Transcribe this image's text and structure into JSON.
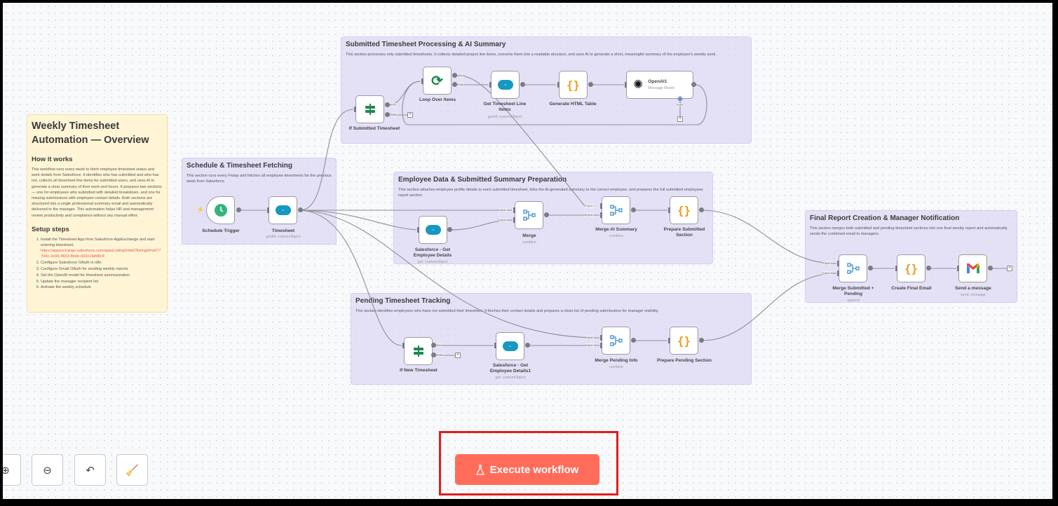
{
  "sticky": {
    "title": "Weekly Timesheet Automation — Overview",
    "how_heading": "How it works",
    "how_text": "This workflow runs every week to fetch employee timesheet status and work details from Salesforce. It identifies who has submitted and who has not, collects all timesheet line items for submitted users, and uses AI to generate a clear summary of their work and hours. It prepares two sections — one for employees who submitted with detailed breakdown, and one for missing submissions with employee contact details. Both sections are structured into a single professional summary email and automatically delivered to the manager. This automation helps HR and management review productivity and compliance without any manual effort.",
    "setup_heading": "Setup steps",
    "steps": [
      "Install the Timesheet App from Salesforce AppExchange and start entering timesheet.",
      "Configure Salesforce OAuth in n8n",
      "Configure Gmail OAuth for sending weekly reports",
      "Set the OpenAI model for timesheet summarization",
      "Update the manager recipient list",
      "Activate the weekly schedule"
    ],
    "link": "https://appexchange.salesforce.com/appxListingDetail?listingId=a077704c-2e99-4653-8bde-d32e1fafd8c8"
  },
  "sections": {
    "submitted": {
      "title": "Submitted Timesheet Processing & AI Summary",
      "desc": "This section processes only submitted timesheets. It collects detailed project line items, converts them into a readable structure, and uses AI to generate a short, meaningful summary of the employee's weekly work."
    },
    "schedule": {
      "title": "Schedule & Timesheet Fetching",
      "desc": "This section runs every Friday and fetches all employee timesheets for the previous week from Salesforce."
    },
    "employee": {
      "title": "Employee Data & Submitted Summary Preparation",
      "desc": "This section attaches employee profile details to each submitted timesheet, links the AI-generated summary to the correct employee, and prepares the full submitted employees report section."
    },
    "pending": {
      "title": "Pending Timesheet Tracking",
      "desc": "This section identifies employees who have not submitted their timesheet. It fetches their contact details and prepares a clean list of pending submissions for manager visibility."
    },
    "final": {
      "title": "Final Report Creation & Manager Notification",
      "desc": "This section merges both submitted and pending timesheet sections into one final weekly report and automatically sends the combined email to managers."
    }
  },
  "nodes": {
    "schedule_trigger": {
      "label": "Schedule Trigger"
    },
    "timesheet": {
      "label": "Timesheet",
      "sub": "getAll: customObject"
    },
    "if_submitted": {
      "label": "If Submitted Timesheet"
    },
    "loop": {
      "label": "Loop Over Items"
    },
    "get_lines": {
      "label": "Get Timesheet Line Items",
      "sub": "getAll: customObject"
    },
    "gen_html": {
      "label": "Generate HTML Table"
    },
    "openai": {
      "label": "OpenAI1",
      "sub": "Message Model",
      "tools": "Tools"
    },
    "sf_employee": {
      "label": "Salesforce - Get Employee Details",
      "sub": "get: customObject"
    },
    "merge": {
      "label": "Merge",
      "sub": "combine"
    },
    "merge_ai": {
      "label": "Merge AI Summary",
      "sub": "combine"
    },
    "prep_submitted": {
      "label": "Prepare Submitted Section"
    },
    "if_new": {
      "label": "If New Timesheet"
    },
    "sf_employee1": {
      "label": "Salesforce - Get Employee Details1",
      "sub": "get: customObject"
    },
    "merge_pending": {
      "label": "Merge Pending Info",
      "sub": "combine"
    },
    "prep_pending": {
      "label": "Prepare Pending Section"
    },
    "merge_final": {
      "label": "Merge Submitted + Pending",
      "sub": "append"
    },
    "create_email": {
      "label": "Create Final Email"
    },
    "send_message": {
      "label": "Send a message",
      "sub": "send: message"
    }
  },
  "ports": {
    "true": "true",
    "false": "false",
    "done": "done",
    "loop": "loop",
    "input1": "Input 1",
    "input2": "Input 2"
  },
  "icons": {
    "salesforce": "salesforce-cloud",
    "code": "curly-braces",
    "merge": "merge-branches",
    "if": "signpost",
    "loop": "refresh-arrows",
    "trigger": "clock",
    "openai": "openai-logo",
    "gmail": "gmail-logo"
  },
  "toolbar": {
    "execute_label": "Execute workflow",
    "controls": [
      "zoom-in",
      "zoom-out",
      "undo",
      "tidy-up"
    ]
  },
  "colors": {
    "accent": "#ff6d5a",
    "section_bg": "#e4e0f6",
    "sticky_bg": "#fff5d6",
    "highlight": "#e11d1d"
  }
}
